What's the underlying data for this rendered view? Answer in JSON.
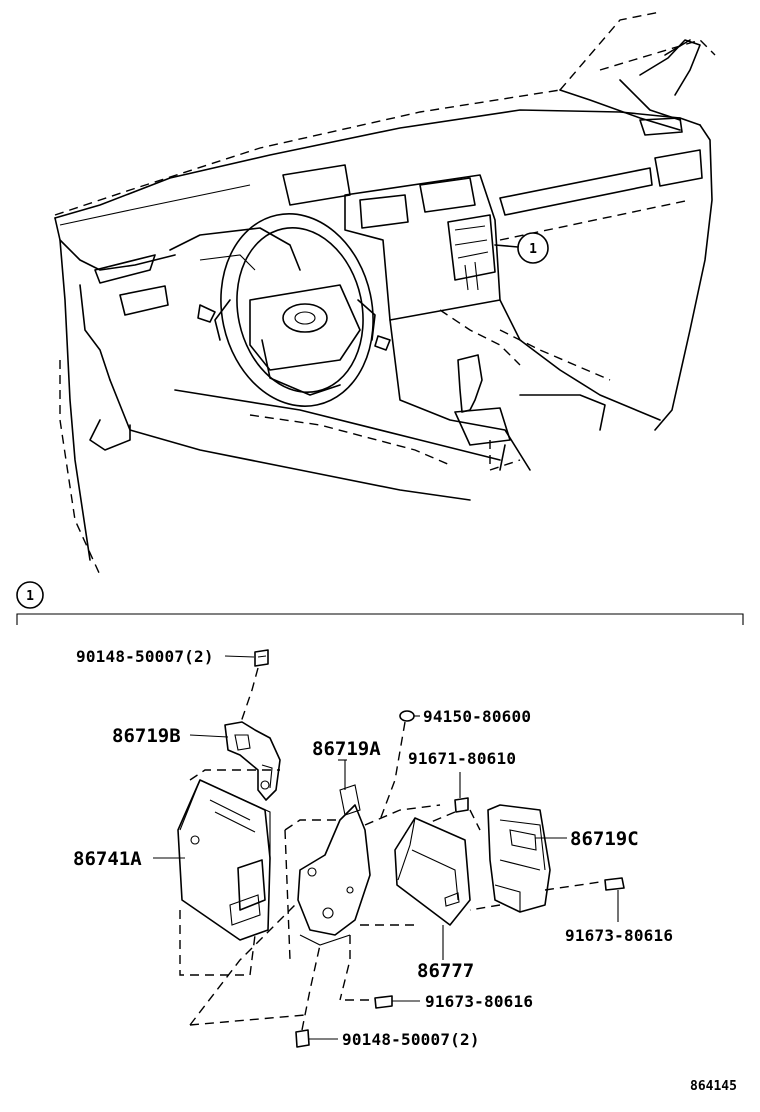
{
  "callout": {
    "number": "1"
  },
  "section_marker": {
    "number": "1"
  },
  "parts": [
    {
      "id": "p1",
      "text": "90148-50007(2)"
    },
    {
      "id": "p2",
      "text": "86719B"
    },
    {
      "id": "p3",
      "text": "86719A"
    },
    {
      "id": "p4",
      "text": "94150-80600"
    },
    {
      "id": "p5",
      "text": "91671-80610"
    },
    {
      "id": "p6",
      "text": "86741A"
    },
    {
      "id": "p7",
      "text": "86719C"
    },
    {
      "id": "p8",
      "text": "91673-80616"
    },
    {
      "id": "p9",
      "text": "86777"
    },
    {
      "id": "p10",
      "text": "91673-80616"
    },
    {
      "id": "p11",
      "text": "90148-50007(2)"
    }
  ],
  "diagram_id": "864145"
}
